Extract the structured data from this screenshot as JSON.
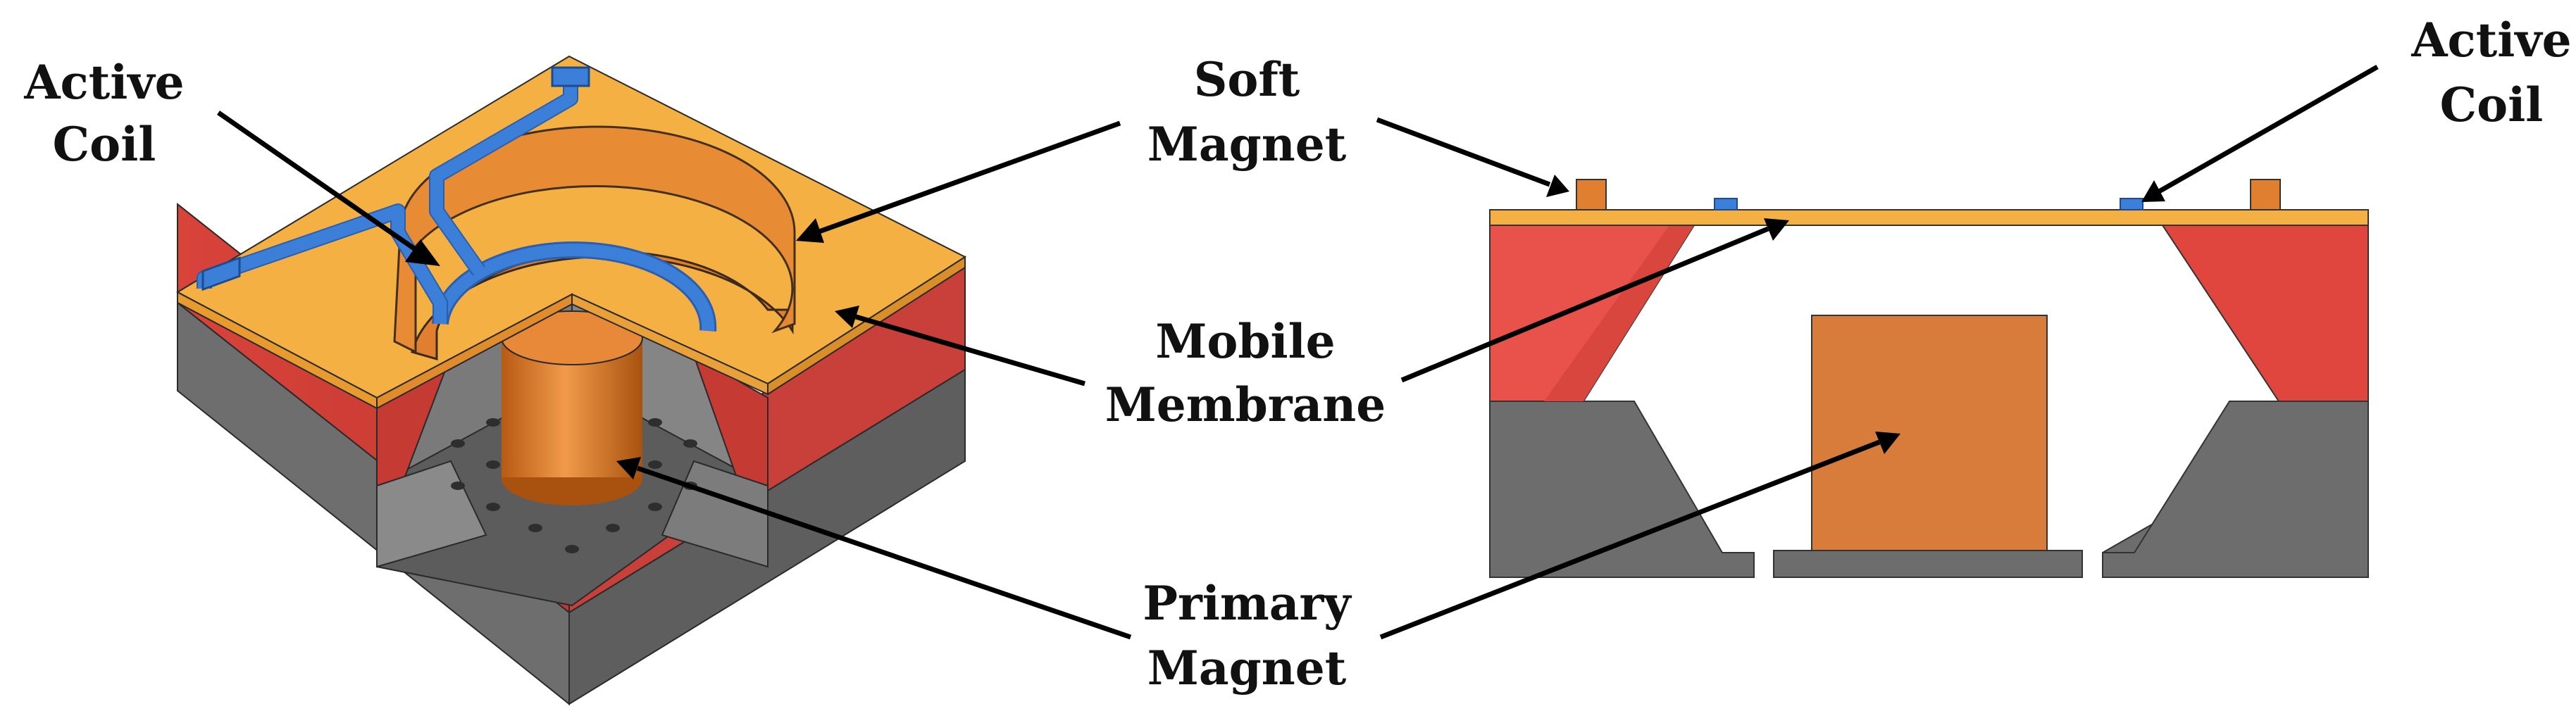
{
  "labels": {
    "active_coil_left": [
      "Active",
      "Coil"
    ],
    "active_coil_right": [
      "Active",
      "Coil"
    ],
    "soft_magnet": [
      "Soft",
      "Magnet"
    ],
    "mobile_membrane": [
      "Mobile",
      "Membrane"
    ],
    "primary_magnet": [
      "Primary",
      "Magnet"
    ]
  },
  "colors": {
    "membrane_top": "#f5b044",
    "soft_magnet": "#e07f2f",
    "coil": "#3b7fd9",
    "red_layer": "#d8433a",
    "gray_base": "#6b6b6b",
    "primary_magnet": "#d87c3c"
  }
}
